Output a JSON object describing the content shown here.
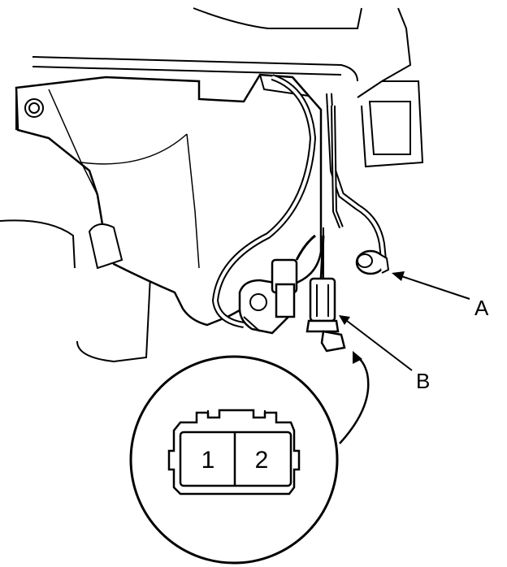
{
  "callouts": {
    "a_label": "A",
    "b_label": "B"
  },
  "connector_detail": {
    "pin_1": "1",
    "pin_2": "2"
  }
}
